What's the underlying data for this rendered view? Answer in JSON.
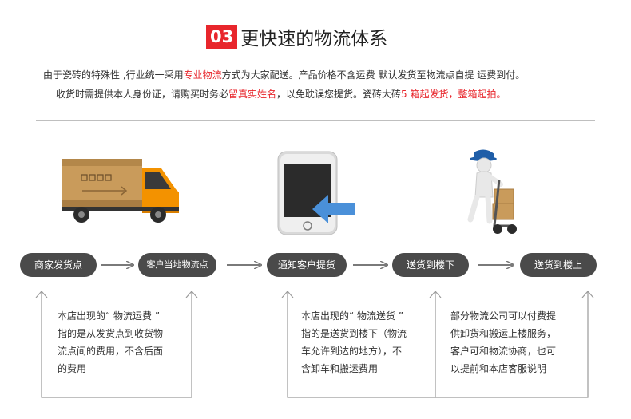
{
  "header": {
    "number": "03",
    "title": "更快速的物流体系"
  },
  "intro": {
    "line1_a": "由于瓷砖的特殊性 ,行业统一采用",
    "line1_highlight": "专业物流",
    "line1_b": "方式为大家配送。产品价格不含运费  默认发货至物流点自提  运费到付。",
    "line2_a": "收货时需提供本人身份证，请购买时务必",
    "line2_highlight1": "留真实姓名",
    "line2_b": "，以免耽误您提货。瓷砖大砖",
    "line2_highlight2": "5 箱起发货，整箱起拍。"
  },
  "steps": [
    {
      "label": "商家发货点"
    },
    {
      "label": "客户当地物流点"
    },
    {
      "label": "通知客户提货"
    },
    {
      "label": "送货到楼下"
    },
    {
      "label": "送货到楼上"
    }
  ],
  "notes": {
    "note1": [
      "本店出现的“ 物流运费 ”",
      "指的是从发货点到收货物",
      "流点间的费用，不含后面",
      "的费用"
    ],
    "note2": [
      "本店出现的“ 物流送货 ”",
      "指的是送货到楼下（物流",
      "车允许到达的地方），不",
      "含卸车和搬运费用"
    ],
    "note3": [
      "部分物流公司可以付费提",
      "供卸货和搬运上楼服务，",
      "客户可和物流协商，也可",
      "以提前和本店客服说明"
    ]
  },
  "icons": [
    "delivery-truck-icon",
    "mobile-phone-icon",
    "courier-hand-truck-icon"
  ],
  "colors": {
    "accent": "#e8262c",
    "pill": "#4a4a4a",
    "truck_orange": "#f39200",
    "box_brown": "#c99b5b",
    "phone_arrow": "#4a90d9"
  }
}
